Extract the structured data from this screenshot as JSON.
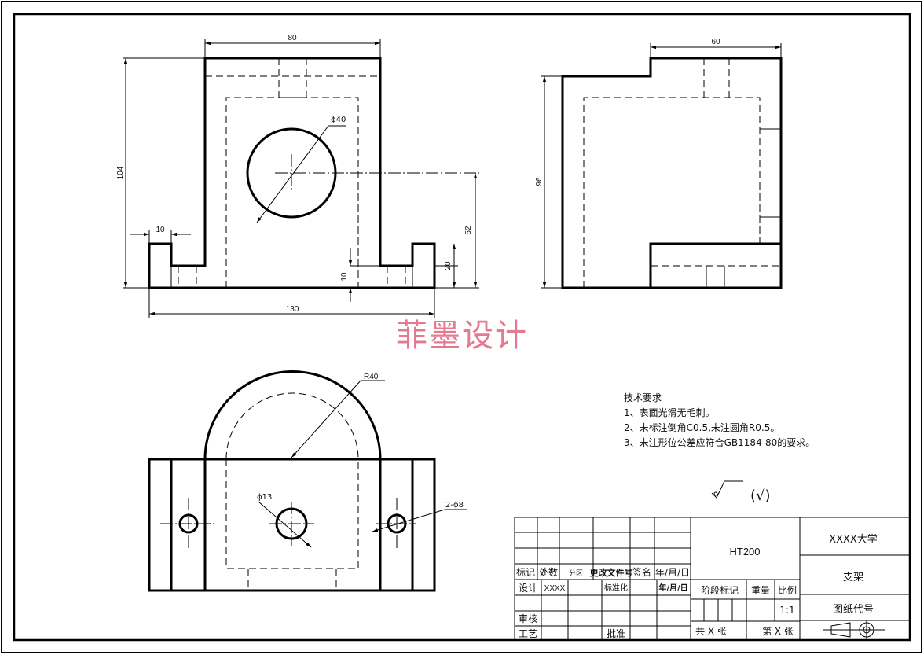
{
  "dimensions": {
    "front_width": "80",
    "front_height": "104",
    "foot_width": "10",
    "hole_dia": "ϕ40",
    "center_height": "52",
    "step_height": "20",
    "base_thickness": "10",
    "total_width": "130",
    "side_width": "60",
    "side_height": "96",
    "arc_radius": "R40",
    "small_hole": "ϕ13",
    "mount_holes": "2-ϕ8"
  },
  "watermark": "菲墨设计",
  "tech_requirements": {
    "title": "技术要求",
    "items": [
      "1、表面光滑无毛刺。",
      "2、未标注倒角C0.5,未注圆角R0.5。",
      "3、未注形位公差应符合GB1184-80的要求。"
    ]
  },
  "roughness_note": "(√)",
  "title_block": {
    "material": "HT200",
    "school": "XXXX大学",
    "part_name": "支架",
    "drawing_no_label": "图纸代号",
    "stage_mark": "阶段标记",
    "weight": "重量",
    "scale_label": "比例",
    "scale_value": "1:1",
    "sheets_total": "共 X 张",
    "sheet_no": "第 X 张",
    "rev_headers": [
      "标记",
      "处数",
      "分区",
      "更改文件号",
      "签名",
      "年/月/日"
    ],
    "design_label": "设计",
    "designer": "XXXX",
    "standardize": "标准化",
    "date_label": "年/月/日",
    "review": "审核",
    "process": "工艺",
    "approve": "批准"
  }
}
